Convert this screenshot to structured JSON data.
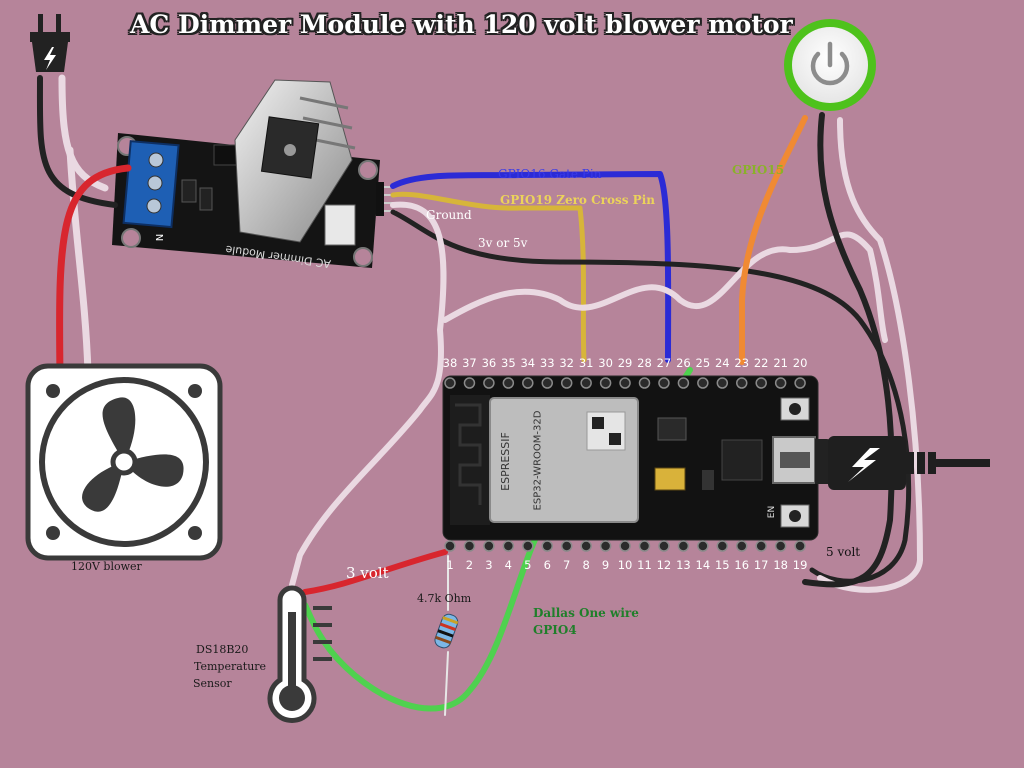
{
  "title": "AC Dimmer Module with 120 volt blower motor",
  "dimmer_module": {
    "board_label": "AC Dimmer Module",
    "terminal_label": "N"
  },
  "wire_labels": {
    "gate": "GPIO16 Gate Pin",
    "zero_cross": "GPIO19 Zero Cross Pin",
    "ground": "Ground",
    "vcc": "3v or 5v",
    "button": "GPIO15",
    "three_volt": "3 volt",
    "five_volt": "5 volt",
    "dallas_line1": "Dallas One wire",
    "dallas_line2": "GPIO4"
  },
  "components": {
    "blower_label": "120V blower",
    "resistor_label": "4.7k Ohm",
    "sensor_line1": "DS18B20",
    "sensor_line2": "Temperature",
    "sensor_line3": "Sensor"
  },
  "esp32": {
    "chip_line1": "ESPRESSIF",
    "chip_line2": "ESP32-WROOM-32D",
    "button_label": "EN",
    "top_pins": [
      "38",
      "37",
      "36",
      "35",
      "34",
      "33",
      "32",
      "31",
      "30",
      "29",
      "28",
      "27",
      "26",
      "25",
      "24",
      "23",
      "22",
      "21",
      "20"
    ],
    "bottom_pins": [
      "1",
      "2",
      "3",
      "4",
      "5",
      "6",
      "7",
      "8",
      "9",
      "10",
      "11",
      "12",
      "13",
      "14",
      "15",
      "16",
      "17",
      "18",
      "19"
    ]
  },
  "colors": {
    "background": "#b6849a",
    "wire_blue": "#2b2bd6",
    "wire_yellow": "#d7b53a",
    "wire_orange": "#f08a33",
    "wire_green": "#4fd14f",
    "wire_red": "#d8262e",
    "wire_black": "#222222",
    "wire_white": "#ead9e2",
    "power_button_ring": "#4ec21c"
  },
  "icons": [
    "plug-icon",
    "fan-icon",
    "thermometer-icon",
    "power-icon",
    "usb-plug-icon",
    "lightning-icon"
  ]
}
